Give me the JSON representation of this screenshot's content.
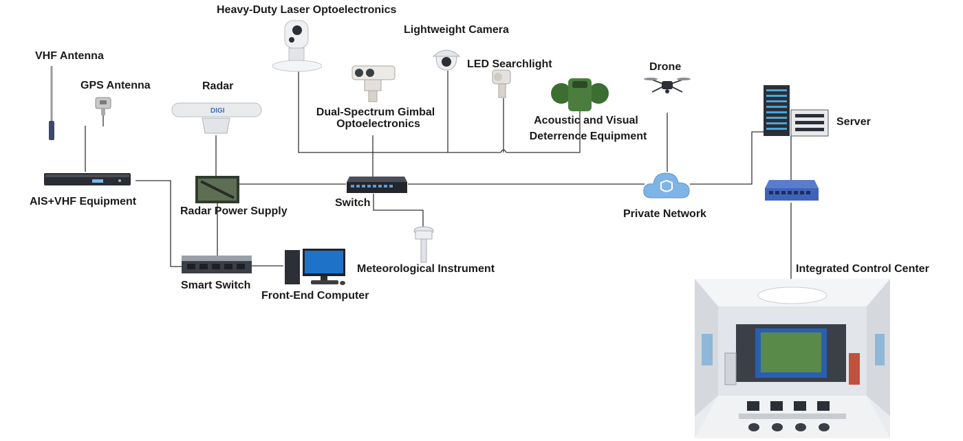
{
  "labels": {
    "vhf_antenna": "VHF Antenna",
    "gps_antenna": "GPS Antenna",
    "ais_vhf": "AIS+VHF Equipment",
    "radar": "Radar",
    "radar_power": "Radar Power Supply",
    "smart_switch": "Smart Switch",
    "front_end_computer": "Front-End Computer",
    "heavy_laser": "Heavy-Duty Laser Optoelectronics",
    "lightweight_camera": "Lightweight Camera",
    "led_searchlight": "LED Searchlight",
    "dual_spectrum_1": "Dual-Spectrum Gimbal",
    "dual_spectrum_2": "Optoelectronics",
    "acoustic_1": "Acoustic and Visual",
    "acoustic_2": "Deterrence Equipment",
    "switch": "Switch",
    "meteorological": "Meteorological Instrument",
    "drone": "Drone",
    "private_network": "Private Network",
    "server": "Server",
    "control_center": "Integrated Control Center"
  },
  "device_text": {
    "radar_brand": "DIGI"
  },
  "icons": [
    "antenna-icon",
    "gps-icon",
    "rack-unit-icon",
    "radar-icon",
    "power-supply-icon",
    "smart-switch-icon",
    "computer-icon",
    "laser-camera-icon",
    "dome-camera-icon",
    "searchlight-icon",
    "gimbal-camera-icon",
    "deterrence-device-icon",
    "network-switch-icon",
    "weather-station-icon",
    "drone-icon",
    "cloud-icon",
    "server-rack-icon",
    "control-room-icon"
  ],
  "colors": {
    "line": "#333333",
    "cloud": "#7fb4e6",
    "device_green": "#3c6e32",
    "switch_blue": "#3f63b8"
  }
}
